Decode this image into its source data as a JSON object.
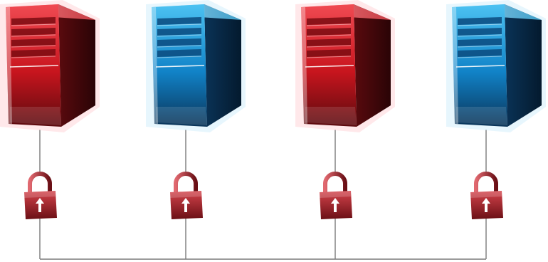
{
  "diagram": {
    "nodes": [
      {
        "id": "server-1",
        "icon": "server-tower-icon",
        "color": "red"
      },
      {
        "id": "server-2",
        "icon": "server-tower-icon",
        "color": "blue"
      },
      {
        "id": "server-3",
        "icon": "server-tower-icon",
        "color": "red"
      },
      {
        "id": "server-4",
        "icon": "server-tower-icon",
        "color": "blue"
      }
    ],
    "connection_icon": "padlock-icon",
    "topology": "bus",
    "palette": {
      "red_light": "#f04a52",
      "red_mid": "#c8151e",
      "red_dark": "#5a0a0e",
      "blue_light": "#4cc2f2",
      "blue_mid": "#1183c8",
      "blue_dark": "#0a3357",
      "lock_light": "#d4434b",
      "lock_dark": "#6a0f15",
      "line": "#7a7a7a"
    }
  }
}
